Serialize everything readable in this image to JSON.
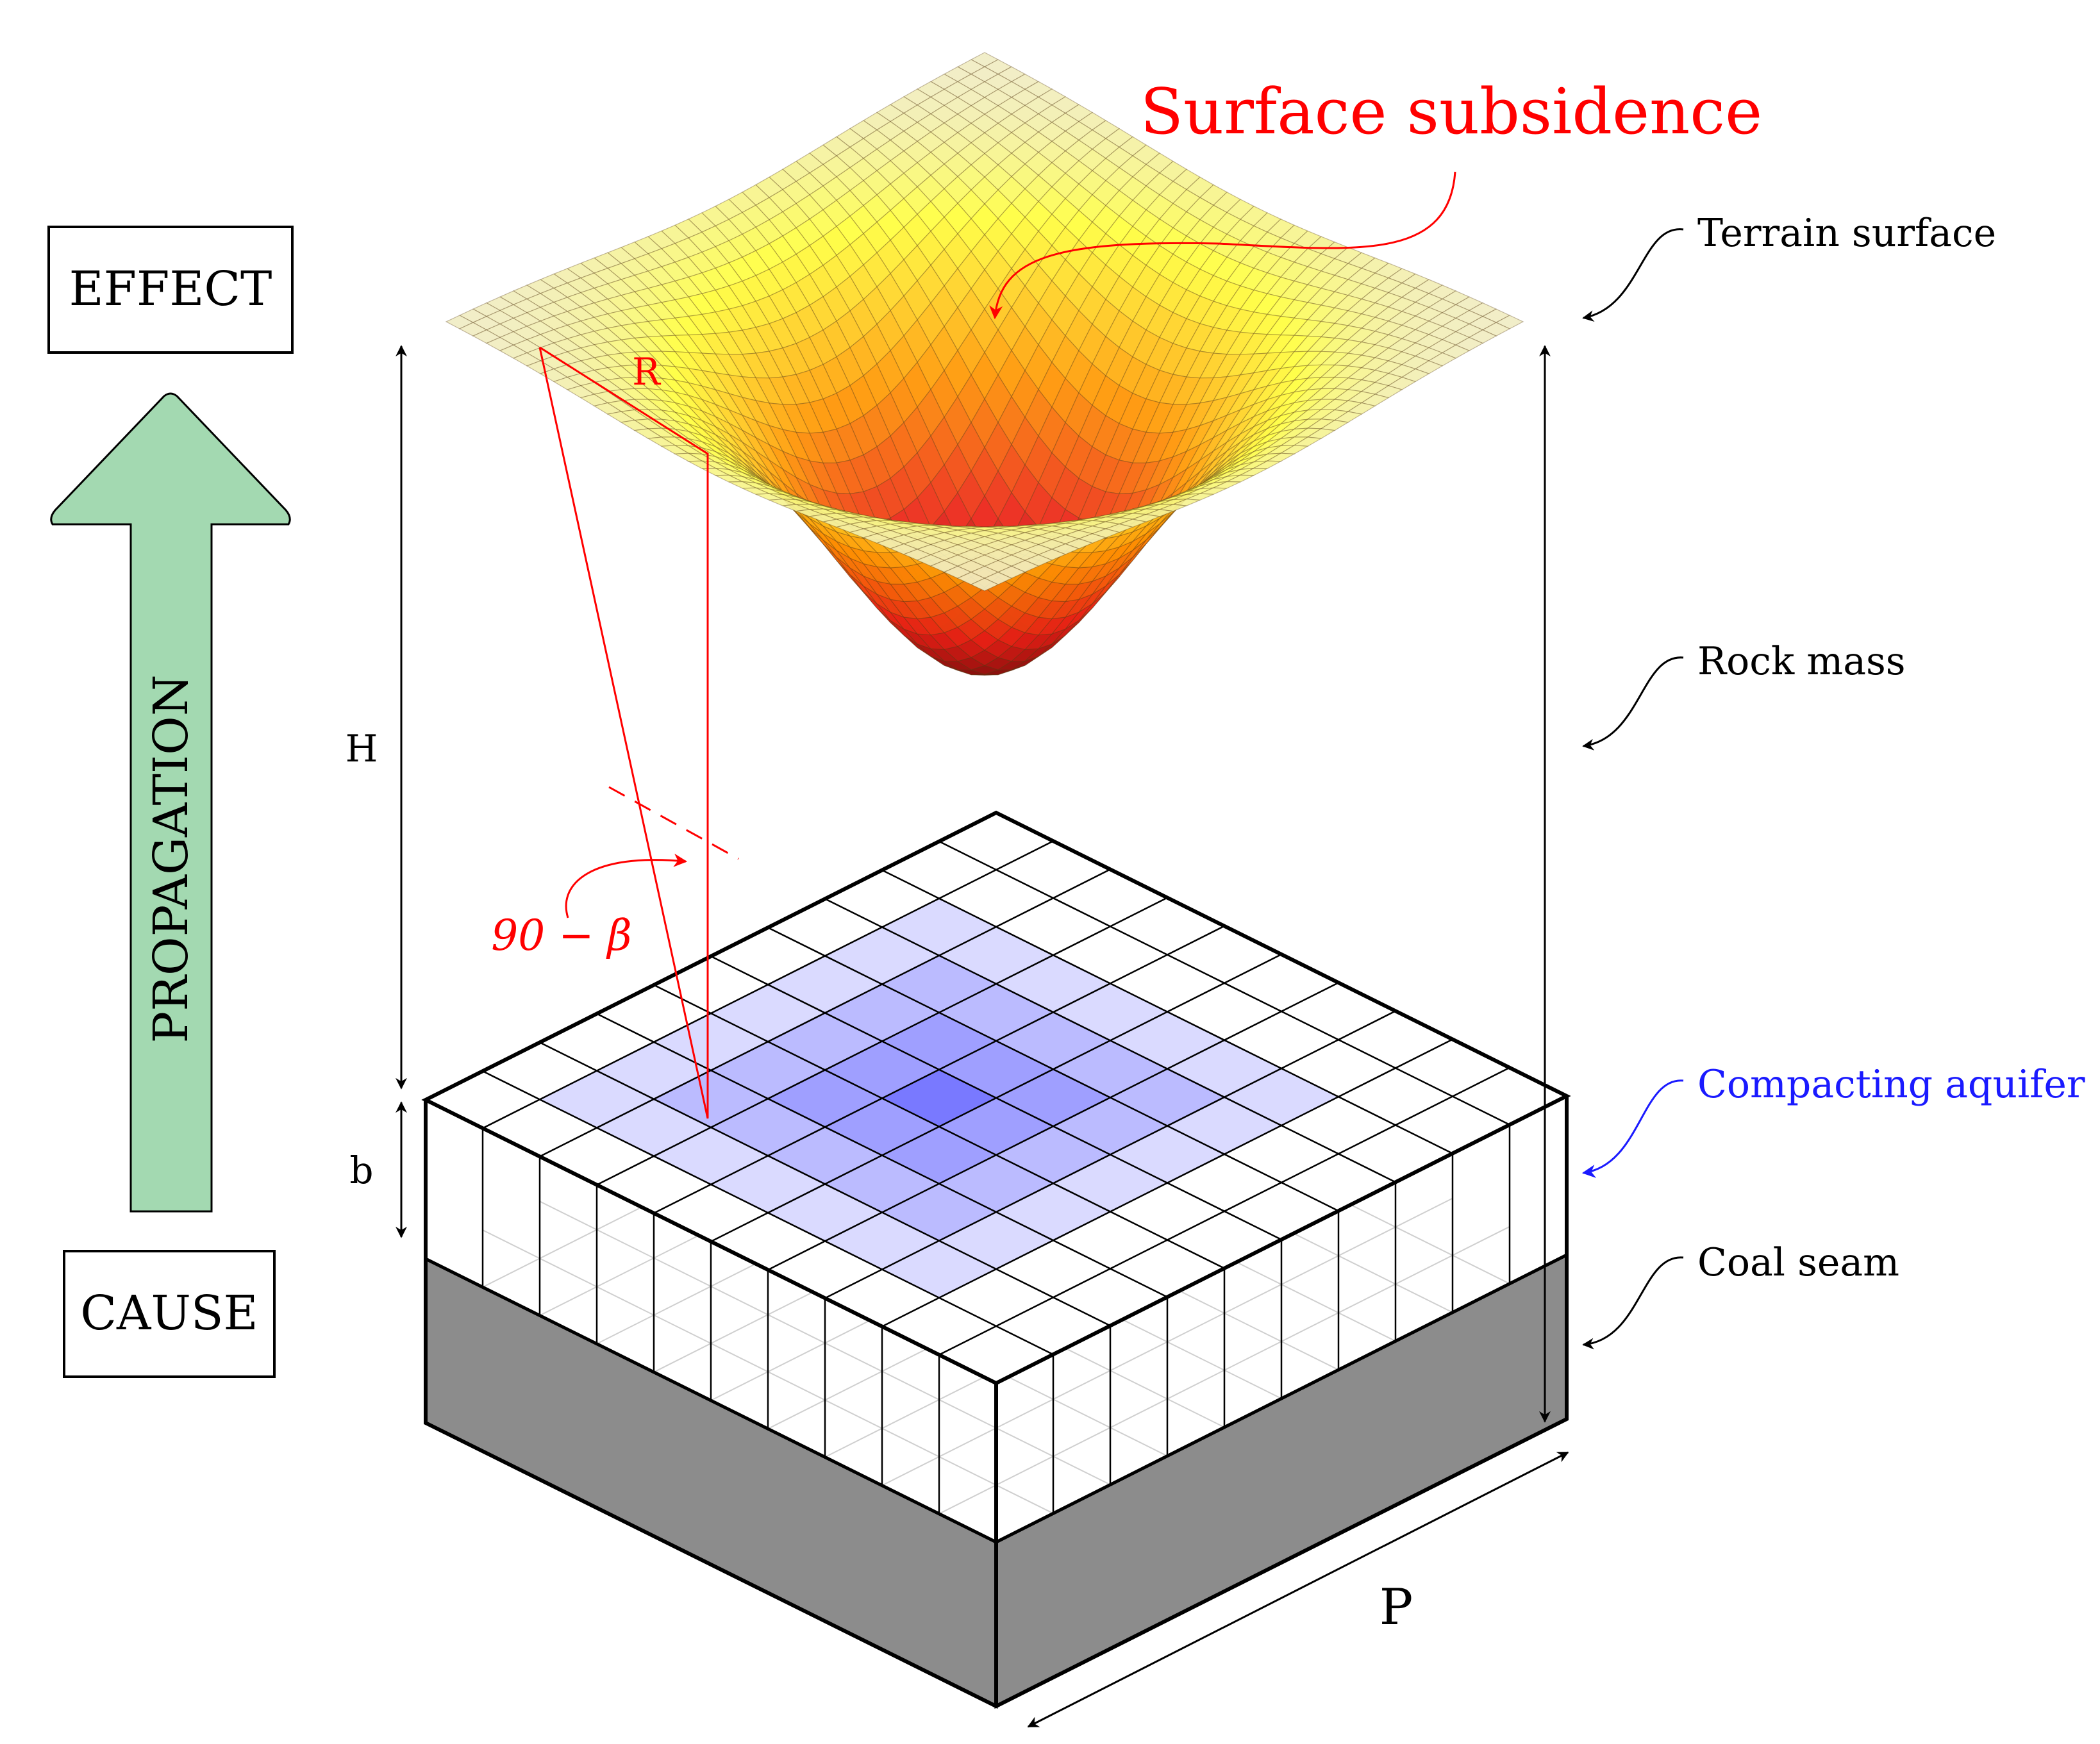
{
  "labels": {
    "effect": "EFFECT",
    "cause": "CAUSE",
    "propagation": "PROPAGATION",
    "surface_subsidence": "Surface subsidence",
    "terrain_surface": "Terrain surface",
    "rock_mass": "Rock mass",
    "compacting_aquifer": "Compacting aquifer",
    "coal_seam": "Coal seam",
    "dim_H": "H",
    "dim_b": "b",
    "dim_P": "P",
    "dim_R": "R",
    "angle_label": "90 − β"
  },
  "colors": {
    "arrow_fill": "#a3d9b1",
    "aquifer_blue": "#3333ff",
    "annotation_red": "#ff0000",
    "coal_gray": "#8c8c8c",
    "aquifer_label_blue": "#1a1aff"
  },
  "icons": {
    "propagation_arrow": "up-arrow-icon"
  }
}
